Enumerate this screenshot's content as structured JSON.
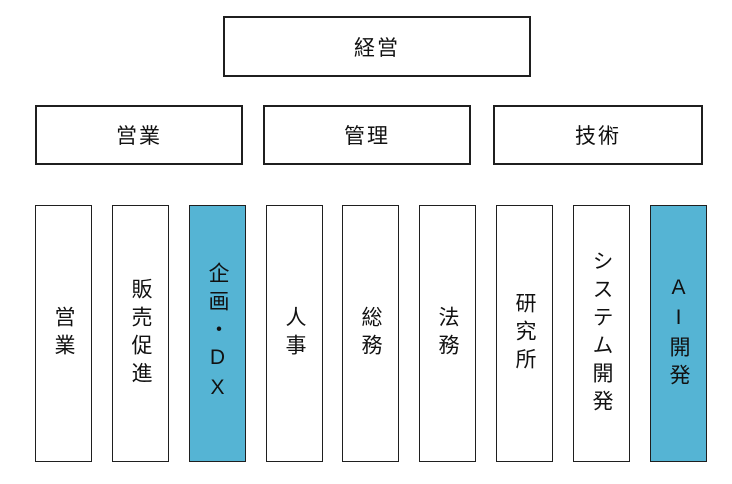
{
  "org": {
    "root": {
      "label": "経営"
    },
    "divisions": [
      {
        "label": "営業"
      },
      {
        "label": "管理"
      },
      {
        "label": "技術"
      }
    ],
    "departments": [
      {
        "label": "営業",
        "highlighted": false
      },
      {
        "label": "販売促進",
        "highlighted": false
      },
      {
        "label": "企画・DX",
        "highlighted": true
      },
      {
        "label": "人事",
        "highlighted": false
      },
      {
        "label": "総務",
        "highlighted": false
      },
      {
        "label": "法務",
        "highlighted": false
      },
      {
        "label": "研究所",
        "highlighted": false
      },
      {
        "label": "システム開発",
        "highlighted": false
      },
      {
        "label": "AI開発",
        "highlighted": true
      }
    ],
    "colors": {
      "highlight": "#55B4D4",
      "border": "#1f1f1f",
      "background": "#ffffff",
      "text": "#111111"
    }
  }
}
